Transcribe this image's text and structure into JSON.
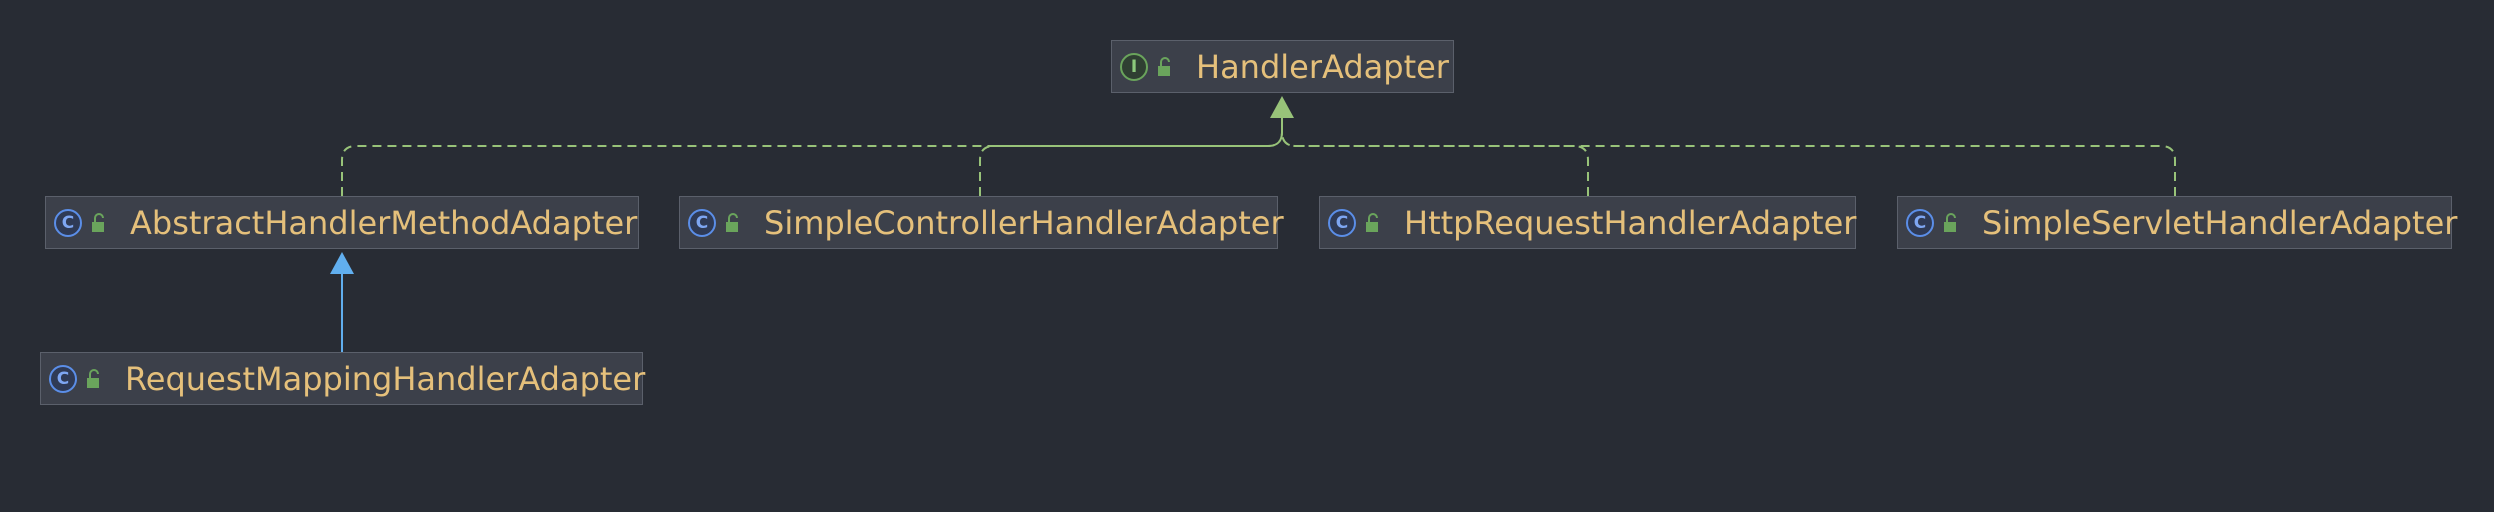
{
  "diagram": {
    "root": {
      "name": "HandlerAdapter",
      "kind": "interface",
      "glyph": "I"
    },
    "implementations": [
      {
        "name": "AbstractHandlerMethodAdapter",
        "kind": "class",
        "glyph": "C"
      },
      {
        "name": "SimpleControllerHandlerAdapter",
        "kind": "class",
        "glyph": "C"
      },
      {
        "name": "HttpRequestHandlerAdapter",
        "kind": "class",
        "glyph": "C"
      },
      {
        "name": "SimpleServletHandlerAdapter",
        "kind": "class",
        "glyph": "C"
      }
    ],
    "subclass": {
      "name": "RequestMappingHandlerAdapter",
      "kind": "class",
      "glyph": "C",
      "extends": "AbstractHandlerMethodAdapter"
    },
    "colors": {
      "background": "#282c34",
      "node_fill": "#3c404a",
      "node_border": "#5b606b",
      "label": "#e5c07b",
      "implements_edge": "#98c379",
      "extends_edge": "#61afef",
      "class_icon": "#5b8ee8",
      "interface_icon": "#6aa45c",
      "visibility_icon": "#6aa45c"
    },
    "icons": {
      "class": "class-c-icon",
      "interface": "interface-i-icon",
      "visibility": "open-lock-icon"
    },
    "edges": [
      {
        "from": "AbstractHandlerMethodAdapter",
        "to": "HandlerAdapter",
        "type": "implements"
      },
      {
        "from": "SimpleControllerHandlerAdapter",
        "to": "HandlerAdapter",
        "type": "implements"
      },
      {
        "from": "HttpRequestHandlerAdapter",
        "to": "HandlerAdapter",
        "type": "implements"
      },
      {
        "from": "SimpleServletHandlerAdapter",
        "to": "HandlerAdapter",
        "type": "implements"
      },
      {
        "from": "RequestMappingHandlerAdapter",
        "to": "AbstractHandlerMethodAdapter",
        "type": "extends"
      }
    ]
  }
}
